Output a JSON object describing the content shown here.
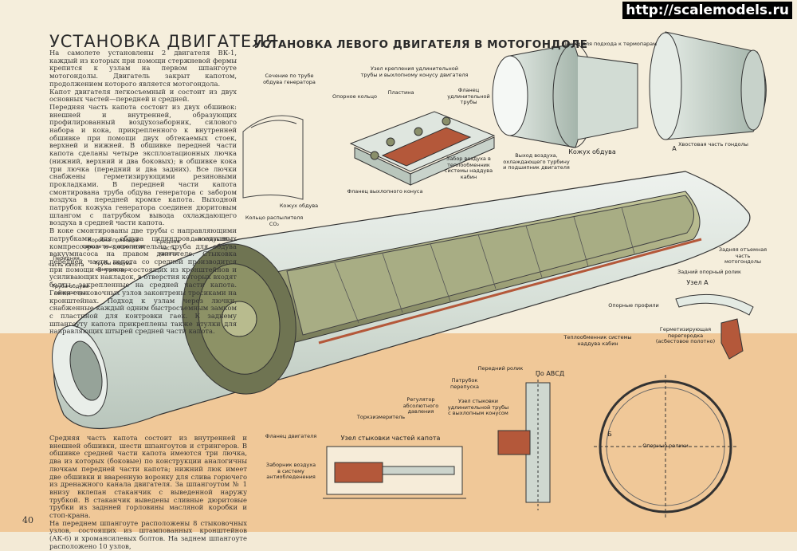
{
  "watermark": "http://scalemodels.ru",
  "title": "УСТАНОВКА ДВИГАТЕЛЯ",
  "subtitle": "УСТАНОВКА ЛЕВОГО ДВИГАТЕЛЯ В МОТОГОНДОЛЕ",
  "page_number": "40",
  "body_text_top": "На самолете установлены 2 двигателя ВК-1, каждый из которых при помощи стержневой фермы крепится к узлам на первом шпангоуте мотогондолы. Двигатель закрыт капотом, продолжением которого является мотогондола.\nКапот двигателя легкосъемный и состоит из двух основных частей—передней и средней.\nПередняя часть капота состоит из двух обшивок: внешней и внутренней, образующих профилированный воздухозаборник, силового набора и кока, прикрепленного к внутренней обшивке при помощи двух обтекаемых стоек, верхней и нижней. В обшивке передней части капота сделаны четыре эксплоатационных лючка (нижний, верхний и два боковых); в обшивке кока три лючка (передний и два задних). Все лючки снабжены герметизирующими резиновыми прокладками. В передней части капота смонтирована труба обдува генератора с забором воздуха в передней кромке капота. Выходной патрубок кожуха генератора соединен дюритовым шлангом с патрубком вывода охлаждающего воздуха в средней части капота.\nВ коке смонтированы две трубы с направляющими патрубками для обдува цилиндров воздушных компрессоров и дополнительно труба для обдува вакуумнасоса на правом двигателе. Стыковка передней части капота со средней производится при помощи 8 узлов, состоящих из кронштейнов и усиливающих накладок, в отверстия которых входят болты, закрепленные на средней части капота. Гайки стыковочных узлов законтрены тросиками на кронштейнах. Подход к узлам через лючки, снабженные каждый одним быстросъемным замком с пластиной для контровки гаек. К заднему шпангоуту капота прикреплены также втулки для направляющих штырей средней части капота.",
  "body_text_bottom": "Средняя часть капота состоит из внутренней и внешней обшивки, шести шпангоутов и стрингеров. В обшивке средней части капота имеются три лючка, два из которых (боковые) по конструкции аналогичны лючкам передней части капота; нижний люк имеет две обшивки и вваренную воронку для слива горючего из дренажного канала двигателя. За шпангоутом № 1 внизу вклепан стаканчик с выведенной наружу трубкой. В стаканчик выведены сливные дюритовые трубки из заднней горловины масляной коробки и стоп-крана.\nНа переднем шпангоуте расположены 8 стыковочных узлов, состоящих из штампованных кронштейнов (АК-6) и хромансилевых болтов. На заднем шпангоуте расположено 10 узлов,",
  "labels": [
    {
      "name": "section-generator-pipe",
      "text": "Сечение по трубе\nобдува генератора",
      "cls": ""
    },
    {
      "name": "exhaust-mount-unit",
      "text": "Узел крепления удлинительной\nтрубы и выхлопному конусу двигателя",
      "cls": ""
    },
    {
      "name": "support-ring",
      "text": "Опорное кольцо",
      "cls": ""
    },
    {
      "name": "plate",
      "text": "Пластина",
      "cls": ""
    },
    {
      "name": "extension-flange",
      "text": "Фланец удлинительной\nтрубы",
      "cls": ""
    },
    {
      "name": "hatch-thermocouples",
      "text": "Лючки для подхода к термопарам",
      "cls": ""
    },
    {
      "name": "cabin-air-intake",
      "text": "Забор воздуха в\nтеплообменник\nсистемы наддува кабин",
      "cls": ""
    },
    {
      "name": "cooling-air-outlet",
      "text": "Выход воздуха,\nохлаждающего турбину\nи подшипник двигателя",
      "cls": ""
    },
    {
      "name": "blower-cowl",
      "text": "Кожух обдува",
      "cls": ""
    },
    {
      "name": "tail-part",
      "text": "Хвостовая часть гондолы",
      "cls": ""
    },
    {
      "name": "exhaust-cone-flange",
      "text": "Фланец выхлопного конуса",
      "cls": ""
    },
    {
      "name": "blower-cowl-2",
      "text": "Кожух обдува",
      "cls": ""
    },
    {
      "name": "atomizer-ring",
      "text": "Кольцо распылителя\nCO₂",
      "cls": ""
    },
    {
      "name": "accessory-drive-box",
      "text": "Коробка приводов\nсамолетных агрегатов",
      "cls": ""
    },
    {
      "name": "middle-cowl-part",
      "text": "Средняя часть\nкапота",
      "cls": ""
    },
    {
      "name": "engine-vk1",
      "text": "Двигатель ВК-1",
      "cls": ""
    },
    {
      "name": "front-cowl-part",
      "text": "Передняя\nчасть капота",
      "cls": ""
    },
    {
      "name": "compressor-blow-pipes",
      "text": "Трубы обдува\nкомпрессора",
      "cls": ""
    },
    {
      "name": "generator-blow-pipe",
      "text": "Труба обдува\nгенератора",
      "cls": ""
    },
    {
      "name": "rear-detachable-part",
      "text": "Задняя отъемная\nчасть\nмотогондолы",
      "cls": ""
    },
    {
      "name": "rear-support-ring",
      "text": "Задний опорный ролик",
      "cls": ""
    },
    {
      "name": "node-a",
      "text": "Узел А",
      "cls": "m"
    },
    {
      "name": "support-profiles",
      "text": "Опорные профили",
      "cls": ""
    },
    {
      "name": "sealing-bulkhead",
      "text": "Герметизирующая перегородка\n(асбестовое полотно)",
      "cls": ""
    },
    {
      "name": "heat-exchanger-system",
      "text": "Теплообменник системы\nнаддува кабин",
      "cls": ""
    },
    {
      "name": "front-roller",
      "text": "Передний ролик",
      "cls": ""
    },
    {
      "name": "bypass-pipe",
      "text": "Патрубок перепуска",
      "cls": ""
    },
    {
      "name": "abs-pressure-regulator",
      "text": "Регулятор\nабсолютного\nдавления",
      "cls": ""
    },
    {
      "name": "extension-joint-node",
      "text": "Узел стыковки\nудлинительной трубы\nс выхлопным конусом",
      "cls": ""
    },
    {
      "name": "torque-meter",
      "text": "Торкзизмеритель",
      "cls": ""
    },
    {
      "name": "engine-flange",
      "text": "Фланец двигателя",
      "cls": ""
    },
    {
      "name": "fire-extinguisher-nozzles",
      "text": "Заборник воздуха\nв систему\nантиобледенения",
      "cls": ""
    },
    {
      "name": "cowl-joint-node",
      "text": "Узел стыковки частей капота",
      "cls": "m"
    },
    {
      "name": "by-abcd",
      "text": "По АВСД",
      "cls": "m"
    },
    {
      "name": "support-rollers",
      "text": "Опорные ролики",
      "cls": ""
    },
    {
      "name": "letter-a",
      "text": "А",
      "cls": "m"
    },
    {
      "name": "letter-b",
      "text": "Б",
      "cls": "m"
    }
  ],
  "colors": {
    "paper": "#f5eedc",
    "band": "#f0c898",
    "nacelle": "#dfe6df",
    "engine": "#a8ad84",
    "engine_dark": "#6f7452",
    "copper": "#b4583a"
  }
}
